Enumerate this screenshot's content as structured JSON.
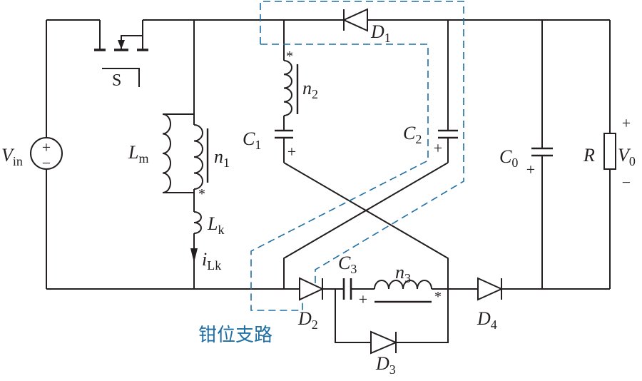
{
  "labels": {
    "vin": {
      "main": "V",
      "sub": "in"
    },
    "s": "S",
    "lm": {
      "main": "L",
      "sub": "m"
    },
    "n1": {
      "main": "n",
      "sub": "1"
    },
    "lk": {
      "main": "L",
      "sub": "k"
    },
    "ilk": {
      "main": "i",
      "sub": "Lk"
    },
    "c1": {
      "main": "C",
      "sub": "1"
    },
    "n2": {
      "main": "n",
      "sub": "2"
    },
    "d1": {
      "main": "D",
      "sub": "1"
    },
    "c2": {
      "main": "C",
      "sub": "2"
    },
    "c0": {
      "main": "C",
      "sub": "0"
    },
    "r": "R",
    "v0": {
      "main": "V",
      "sub": "0"
    },
    "c3": {
      "main": "C",
      "sub": "3"
    },
    "n3": {
      "main": "n",
      "sub": "3"
    },
    "d2": {
      "main": "D",
      "sub": "2"
    },
    "d4": {
      "main": "D",
      "sub": "4"
    },
    "d3": {
      "main": "D",
      "sub": "3"
    }
  },
  "polarity": {
    "plus": "+",
    "minus": "−"
  },
  "dot_mark": "*",
  "clamp_branch_label": "钳位支路",
  "colors": {
    "wire": "#231f20",
    "clamp": "#1d6fa5"
  }
}
